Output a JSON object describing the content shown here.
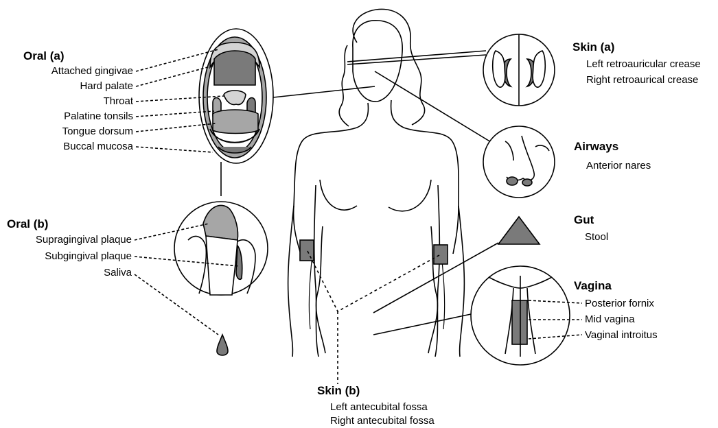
{
  "oral_a": {
    "heading": "Oral (a)",
    "sites": [
      "Attached gingivae",
      "Hard palate",
      "Throat",
      "Palatine tonsils",
      "Tongue dorsum",
      "Buccal mucosa"
    ]
  },
  "oral_b": {
    "heading": "Oral (b)",
    "sites": [
      "Supragingival plaque",
      "Subgingival plaque",
      "Saliva"
    ]
  },
  "skin_a": {
    "heading": "Skin (a)",
    "sites": [
      "Left retroauricular crease",
      "Right retroaurical crease"
    ]
  },
  "airways": {
    "heading": "Airways",
    "sites": [
      "Anterior nares"
    ]
  },
  "gut": {
    "heading": "Gut",
    "sites": [
      "Stool"
    ]
  },
  "vagina": {
    "heading": "Vagina",
    "sites": [
      "Posterior fornix",
      "Mid vagina",
      "Vaginal introitus"
    ]
  },
  "skin_b": {
    "heading": "Skin (b)",
    "sites": [
      "Left antecubital fossa",
      "Right antecubital fossa"
    ]
  },
  "colors": {
    "dark_fill": "#7a7a7a",
    "mid_fill": "#a6a6a6",
    "light_fill": "#d4d4d4",
    "stroke": "#000000"
  }
}
